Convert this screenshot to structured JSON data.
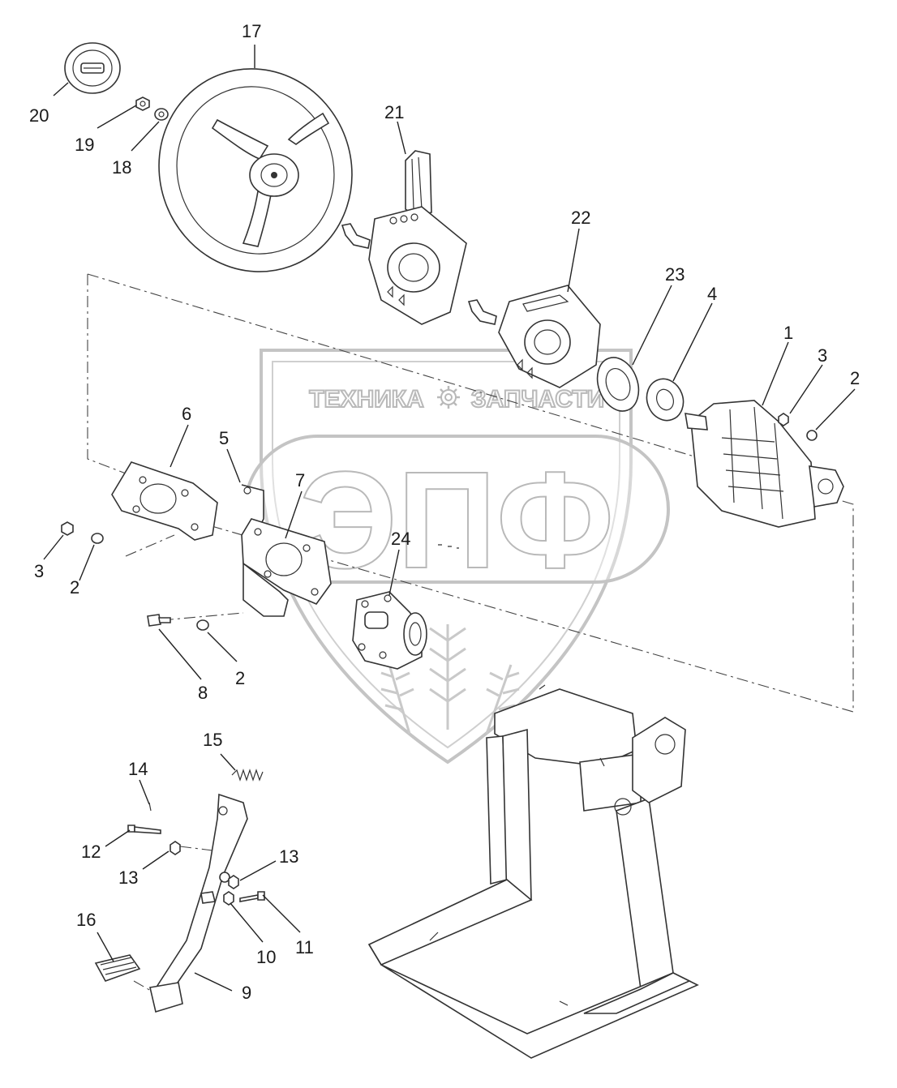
{
  "watermark": {
    "line1_left": "ТЕХНИКА",
    "line1_right": "ЗАПЧАСТИ",
    "logo": "ЭПФ",
    "color": "#bdbdbd"
  },
  "callouts": [
    {
      "id": "c17",
      "label": "17"
    },
    {
      "id": "c20",
      "label": "20"
    },
    {
      "id": "c19",
      "label": "19"
    },
    {
      "id": "c18",
      "label": "18"
    },
    {
      "id": "c21",
      "label": "21"
    },
    {
      "id": "c22",
      "label": "22"
    },
    {
      "id": "c23",
      "label": "23"
    },
    {
      "id": "c4",
      "label": "4"
    },
    {
      "id": "c1",
      "label": "1"
    },
    {
      "id": "c3a",
      "label": "3"
    },
    {
      "id": "c2a",
      "label": "2"
    },
    {
      "id": "c6",
      "label": "6"
    },
    {
      "id": "c5",
      "label": "5"
    },
    {
      "id": "c7",
      "label": "7"
    },
    {
      "id": "c24",
      "label": "24"
    },
    {
      "id": "c3b",
      "label": "3"
    },
    {
      "id": "c2b",
      "label": "2"
    },
    {
      "id": "c8",
      "label": "8"
    },
    {
      "id": "c2c",
      "label": "2"
    },
    {
      "id": "c15",
      "label": "15"
    },
    {
      "id": "c14",
      "label": "14"
    },
    {
      "id": "c12",
      "label": "12"
    },
    {
      "id": "c13a",
      "label": "13"
    },
    {
      "id": "c13b",
      "label": "13"
    },
    {
      "id": "c16",
      "label": "16"
    },
    {
      "id": "c10",
      "label": "10"
    },
    {
      "id": "c11",
      "label": "11"
    },
    {
      "id": "c9",
      "label": "9"
    }
  ]
}
